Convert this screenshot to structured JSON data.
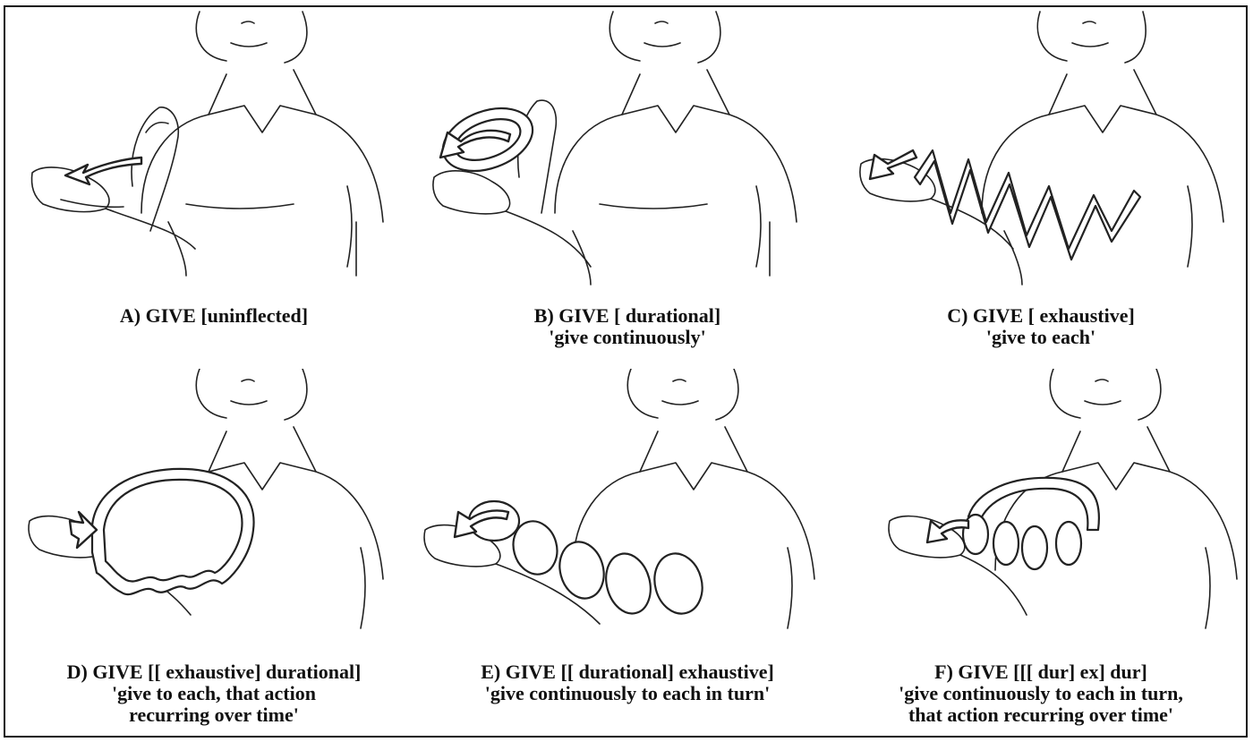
{
  "panels": [
    {
      "id": "A",
      "title": "A) GIVE [uninflected]",
      "gloss": ""
    },
    {
      "id": "B",
      "title": "B) GIVE [ durational]",
      "gloss": "'give continuously'"
    },
    {
      "id": "C",
      "title": "C) GIVE [ exhaustive]",
      "gloss": "'give to each'"
    },
    {
      "id": "D",
      "title": "D) GIVE [[ exhaustive]  durational]",
      "gloss": "'give to each, that action",
      "gloss2": "recurring over time'"
    },
    {
      "id": "E",
      "title": "E) GIVE [[ durational]  exhaustive]",
      "gloss": "'give continuously to each in turn'"
    },
    {
      "id": "F",
      "title": "F) GIVE [[[ dur]  ex]  dur]",
      "gloss": "'give continuously to each in turn,",
      "gloss2": "that action recurring over time'"
    }
  ]
}
